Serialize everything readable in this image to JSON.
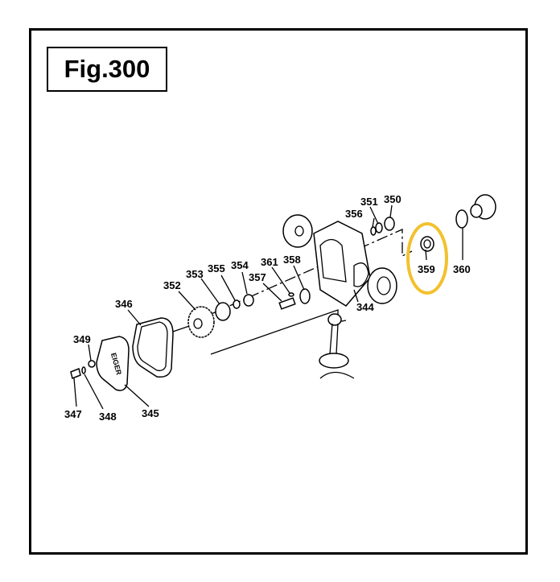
{
  "figure_title": "Fig.300",
  "highlight_color": "#F2C12E",
  "highlighted_part": "359",
  "cover_logo_text": "EIGER",
  "parts": {
    "p344": "344",
    "p345": "345",
    "p346": "346",
    "p347": "347",
    "p348": "348",
    "p349": "349",
    "p350": "350",
    "p351": "351",
    "p352": "352",
    "p353": "353",
    "p354": "354",
    "p355": "355",
    "p356": "356",
    "p357": "357",
    "p358": "358",
    "p359": "359",
    "p360": "360",
    "p361": "361"
  }
}
